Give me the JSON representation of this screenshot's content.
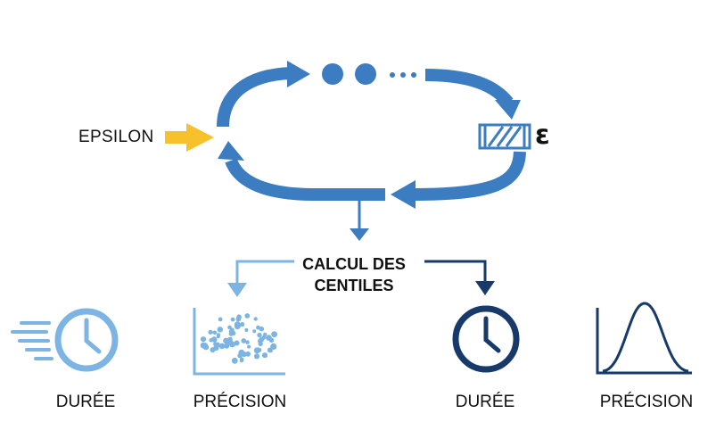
{
  "diagram": {
    "input_label": "EPSILON",
    "epsilon_symbol": "ε",
    "calc_label_line1": "CALCUL DES",
    "calc_label_line2": "CENTILES",
    "panels": [
      {
        "label": "DURÉE",
        "icon": "fast-clock-icon"
      },
      {
        "label": "PRÉCISION",
        "icon": "scatter-plot-icon"
      },
      {
        "label": "DURÉE",
        "icon": "clock-icon"
      },
      {
        "label": "PRÉCISION",
        "icon": "bell-curve-icon"
      }
    ]
  },
  "colors": {
    "loop_blue": "#3c7cc1",
    "light_blue": "#7cb4e3",
    "dark_blue": "#173a6b",
    "yellow": "#f7c12b",
    "text": "#111111"
  }
}
